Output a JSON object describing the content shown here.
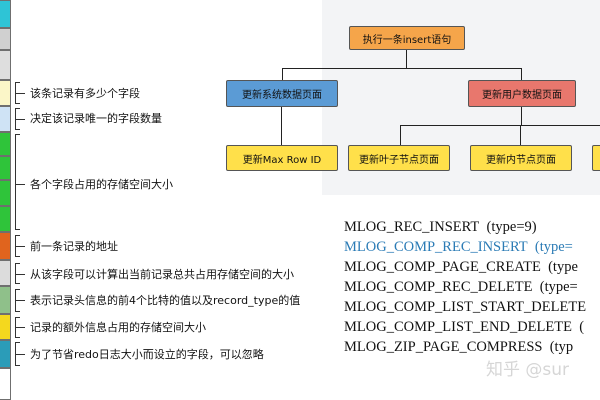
{
  "flowchart": {
    "root": "执行一条insert语句",
    "left_node": "更新系统数据页面",
    "left_child": "更新Max Row ID",
    "right_node": "更新用户数据页面",
    "right_child_1": "更新叶子节点页面",
    "right_child_2": "更新内节点页面"
  },
  "record_labels": [
    "该条记录有多少个字段",
    "决定该记录唯一的字段数量",
    "各个字段占用的存储空间大小",
    "前一条记录的地址",
    "从该字段可以计算出当前记录总共占用存储空间的大小",
    "表示记录头信息的前4个比特的值以及record_type的值",
    "记录的额外信息占用的存储空间大小",
    "为了节省redo日志大小而设立的字段，可以忽略"
  ],
  "mlog_types": [
    "MLOG_REC_INSERT (type=9)",
    "MLOG_COMP_REC_INSERT (type=",
    "MLOG_COMP_PAGE_CREATE (type",
    "MLOG_COMP_REC_DELETE (type=",
    "MLOG_COMP_LIST_START_DELETE",
    "MLOG_COMP_LIST_END_DELETE (",
    "MLOG_ZIP_PAGE_COMPRESS (typ"
  ],
  "watermark": "知乎 @sur",
  "colors": {
    "orange": "#f5a54a",
    "blue": "#5b9bd5",
    "red": "#e8776d",
    "yellow": "#ffe04a",
    "highlight_text": "#2b7bb5"
  }
}
